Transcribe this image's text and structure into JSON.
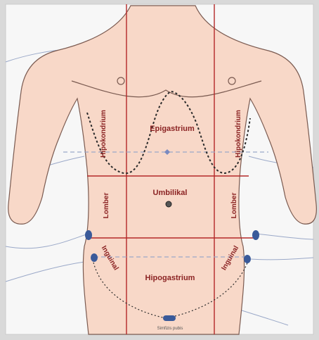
{
  "figure": {
    "regions": {
      "hipokondrium_left": "Hipokondrium",
      "epigastrium": "Epigastrium",
      "hipokondrium_right": "Hipokondrium",
      "lomber_left": "Lomber",
      "umbilikal": "Umbilikal",
      "lomber_right": "Lomber",
      "inguinal_left": "Inguinal",
      "hipogastrium": "Hipogastrium",
      "inguinal_right": "Inguinal"
    },
    "landmark": "Simfizis pubis",
    "colors": {
      "skin": "#f8d8c8",
      "body_outline": "#7a5a50",
      "grid_line": "#b42828",
      "label": "#8b2323",
      "marker": "#3a5a9a",
      "dashed_guide": "#9aa8c8",
      "background": "#f7f7f7",
      "frame": "#d9d9d9"
    }
  }
}
